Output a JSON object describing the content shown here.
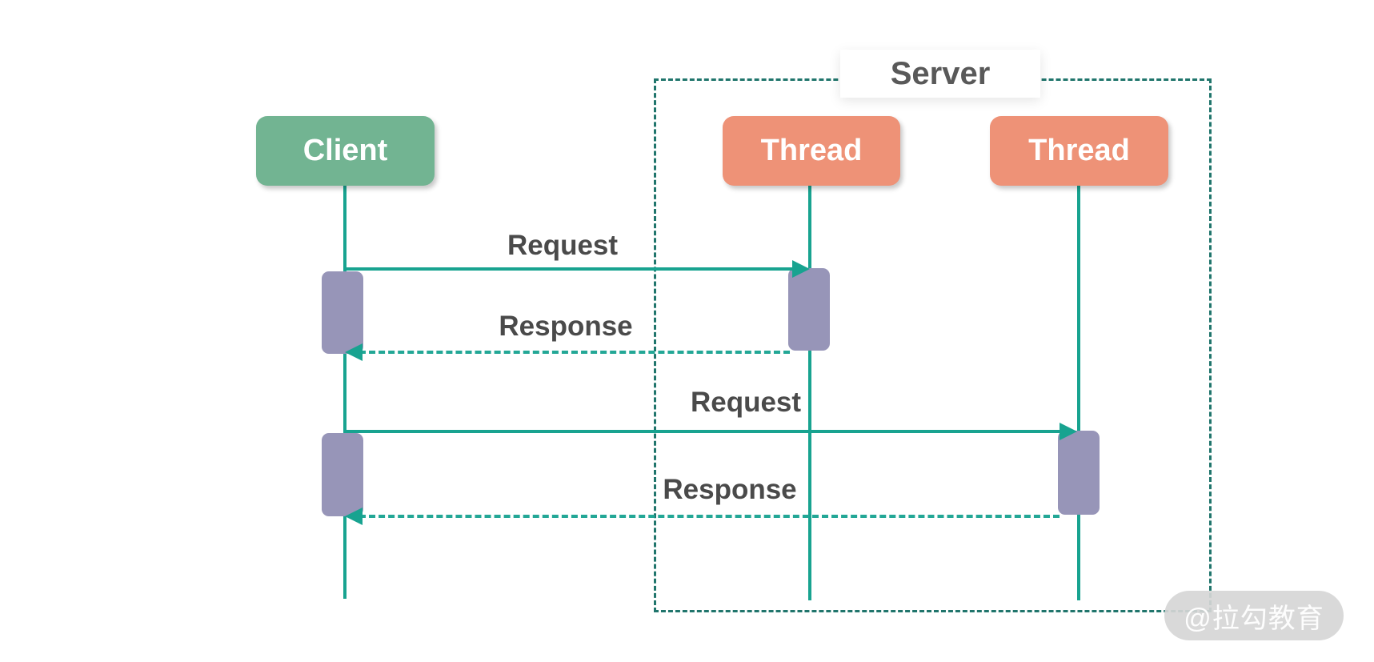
{
  "diagram": {
    "type": "sequence-diagram",
    "server_group": {
      "label": "Server"
    },
    "participants": [
      {
        "id": "client",
        "label": "Client",
        "color": "#72b492"
      },
      {
        "id": "thread1",
        "label": "Thread",
        "color": "#ee9277"
      },
      {
        "id": "thread2",
        "label": "Thread",
        "color": "#ee9277"
      }
    ],
    "messages": [
      {
        "label": "Request",
        "from": "client",
        "to": "thread1",
        "style": "solid"
      },
      {
        "label": "Response",
        "from": "thread1",
        "to": "client",
        "style": "dashed"
      },
      {
        "label": "Request",
        "from": "client",
        "to": "thread2",
        "style": "solid"
      },
      {
        "label": "Response",
        "from": "thread2",
        "to": "client",
        "style": "dashed"
      }
    ],
    "colors": {
      "line_teal": "#18a390",
      "dashed_response_teal": "#23a796",
      "server_border_teal": "#20756c",
      "activation_purple": "#9795b8",
      "message_text": "#4a4a4a",
      "server_text": "#595959"
    },
    "watermark": "@拉勾教育"
  }
}
